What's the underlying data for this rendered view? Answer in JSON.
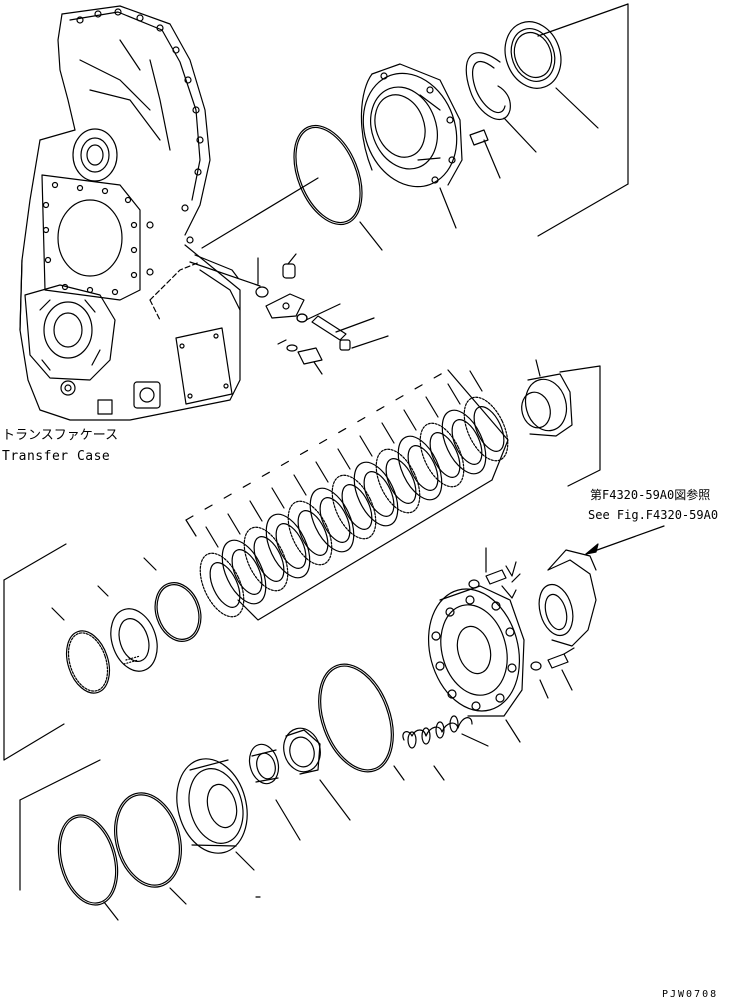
{
  "labels": {
    "transfer_case_ja": "トランスファケース",
    "transfer_case_en": "Transfer Case",
    "see_fig_ja": "第F4320-59A0図参照",
    "see_fig_en": "See Fig.F4320-59A0",
    "drawing_code": "PJW0708"
  },
  "colors": {
    "line": "#000000",
    "background": "#ffffff"
  }
}
